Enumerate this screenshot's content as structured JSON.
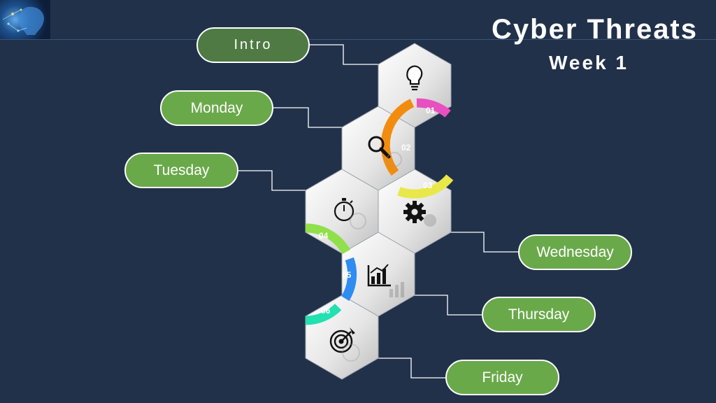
{
  "header": {
    "title": "Cyber Threats",
    "subtitle": "Week 1"
  },
  "pills": [
    {
      "label": "Intro"
    },
    {
      "label": "Monday"
    },
    {
      "label": "Tuesday"
    },
    {
      "label": "Wednesday"
    },
    {
      "label": "Thursday"
    },
    {
      "label": "Friday"
    }
  ],
  "hexes": [
    {
      "number": "01",
      "icon": "lightbulb-icon",
      "color": "#e84fc0"
    },
    {
      "number": "02",
      "icon": "magnifier-icon",
      "color": "#f28c0f"
    },
    {
      "number": "03",
      "icon": "gear-icon",
      "color": "#e8e84a"
    },
    {
      "number": "04",
      "icon": "stopwatch-icon",
      "color": "#8fe04a"
    },
    {
      "number": "05",
      "icon": "bar-chart-icon",
      "color": "#2f8cf0"
    },
    {
      "number": "06",
      "icon": "target-icon",
      "color": "#23e0b0"
    }
  ],
  "colors": {
    "background": "#22314a",
    "pill": "#6aa94a",
    "pill_intro": "#4f7a43",
    "connector": "#ffffff"
  }
}
